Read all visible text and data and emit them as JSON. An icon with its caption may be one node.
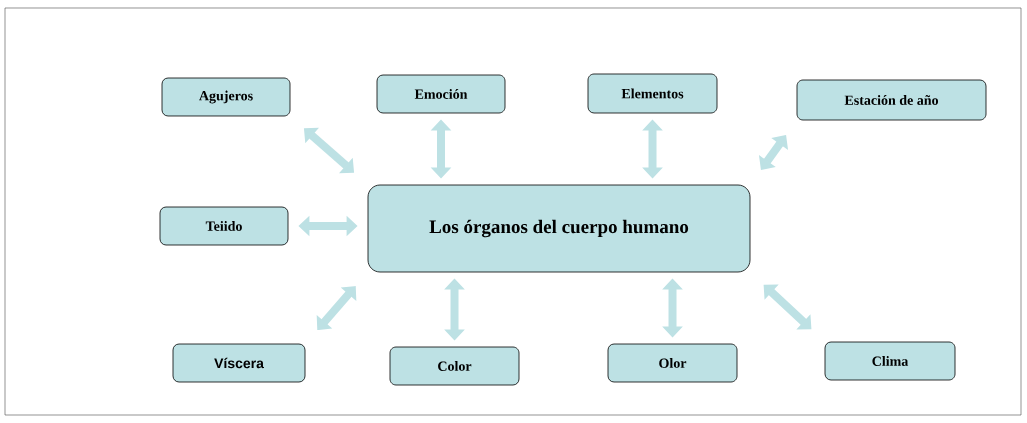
{
  "diagram": {
    "nodes": [
      {
        "text": [
          "Agujeros"
        ]
      },
      {
        "text": [
          "Emoción"
        ]
      },
      {
        "text": [
          "Elementos"
        ]
      },
      {
        "text": [
          "Estación de año"
        ]
      },
      {
        "text": [
          "Teiido"
        ]
      },
      {
        "text": [
          "Los órganos del cuerpo humano"
        ]
      },
      {
        "text": [
          "Víscera"
        ]
      },
      {
        "text": [
          "Color"
        ]
      },
      {
        "text": [
          "Olor"
        ]
      },
      {
        "text": [
          "Clima"
        ]
      }
    ],
    "edges": [
      {
        "from": 5,
        "to": 0,
        "arrow": "both"
      },
      {
        "from": 5,
        "to": 1,
        "arrow": "both"
      },
      {
        "from": 5,
        "to": 2,
        "arrow": "both"
      },
      {
        "from": 5,
        "to": 3,
        "arrow": "both"
      },
      {
        "from": 5,
        "to": 4,
        "arrow": "both"
      },
      {
        "from": 5,
        "to": 6,
        "arrow": "both"
      },
      {
        "from": 5,
        "to": 7,
        "arrow": "both"
      },
      {
        "from": 5,
        "to": 8,
        "arrow": "both"
      },
      {
        "from": 5,
        "to": 9,
        "arrow": "both"
      }
    ]
  }
}
